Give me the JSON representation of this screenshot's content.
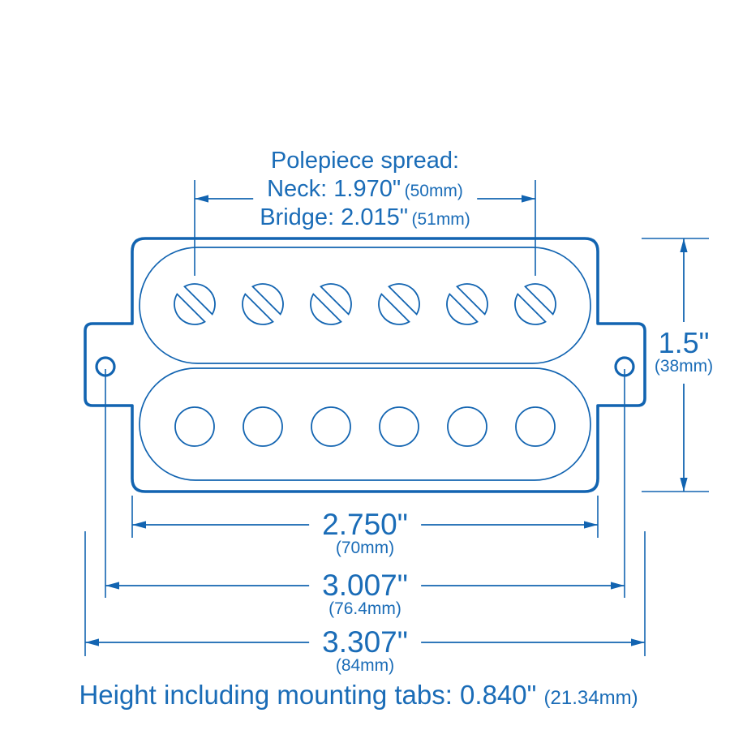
{
  "colors": {
    "line": "#1264B1",
    "text": "#1A6CB7",
    "background": "#FFFFFF"
  },
  "annotations": {
    "polepiece_title": "Polepiece spread:",
    "neck_spread": {
      "value": "Neck: 1.970\"",
      "metric": "(50mm)"
    },
    "bridge_spread": {
      "value": "Bridge: 2.015\"",
      "metric": "(51mm)"
    },
    "height": {
      "value": "1.5\"",
      "metric": "(38mm)"
    },
    "coil_width": {
      "value": "2.750\"",
      "metric": "(70mm)"
    },
    "mounting_hole_spacing": {
      "value": "3.007\"",
      "metric": "(76.4mm)"
    },
    "overall_width": {
      "value": "3.307\"",
      "metric": "(84mm)"
    },
    "caption": {
      "value": "Height including mounting tabs: 0.840\"",
      "metric": "(21.34mm)"
    }
  }
}
